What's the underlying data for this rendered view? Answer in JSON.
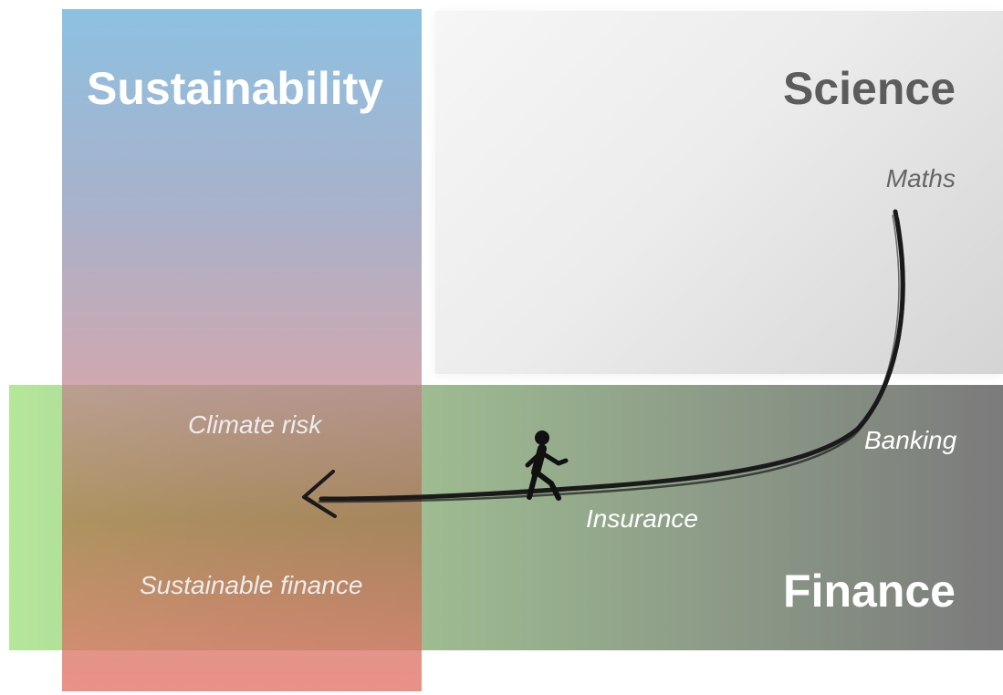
{
  "titles": {
    "sustainability": "Sustainability",
    "science": "Science",
    "finance": "Finance"
  },
  "labels": {
    "maths": "Maths",
    "banking": "Banking",
    "insurance": "Insurance",
    "climate_risk": "Climate risk",
    "sustainable_finance": "Sustainable finance"
  },
  "icons": {
    "walker": "walking-person-icon",
    "arrow": "arrowhead-icon"
  },
  "colors": {
    "sustainability_top": "#7db8de",
    "sustainability_bottom": "#e6786e",
    "science": "#e0e0e0",
    "finance_left": "#b5e79a",
    "finance_right": "#7b7b7b",
    "brush_stroke": "#1a1a1a"
  }
}
